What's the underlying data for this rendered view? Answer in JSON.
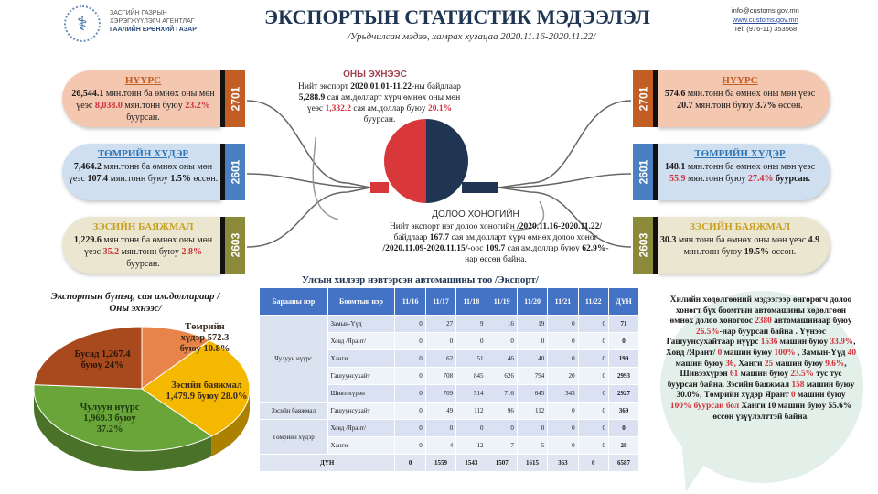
{
  "header": {
    "org_lines": [
      "ЗАСГИЙН ГАЗРЫН",
      "ХЭРЭГЖҮҮЛЭГЧ АГЕНТЛАГ",
      "ГААЛИЙН ЕРӨНХИЙ ГАЗАР"
    ],
    "title": "ЭКСПОРТЫН СТАТИСТИК МЭДЭЭЛЭЛ",
    "subtitle": "/Урьдчилсан мэдээ, хамрах хугацаа 2020.11.16-2020.11.22/",
    "email": "info@customs.gov.mn",
    "website": "www.customs.gov.mn",
    "tel": "Tel: (976-11) 353568"
  },
  "colors": {
    "coal": "#c25e24",
    "iron": "#4a7fc1",
    "copper": "#8a8a3a",
    "red": "#d0303a",
    "navy": "#1f3552"
  },
  "left_cards": [
    {
      "code": "2701",
      "title": "НҮҮРС",
      "segs": [
        {
          "t": "26,544.1",
          "c": "bold"
        },
        {
          "t": " мян.тонн ба өмнөх оны мөн үеэс "
        },
        {
          "t": "8,038.0",
          "c": "red"
        },
        {
          "t": " мян.тонн буюу "
        },
        {
          "t": "23.2%",
          "c": "red"
        },
        {
          "t": " буурсан."
        }
      ]
    },
    {
      "code": "2601",
      "title": "ТӨМРИЙН ХҮДЭР",
      "segs": [
        {
          "t": "7,464.2",
          "c": "bold"
        },
        {
          "t": "  мян.тонн ба өмнөх оны мөн үеэс "
        },
        {
          "t": "107.4",
          "c": "bold"
        },
        {
          "t": " мян.тонн буюу "
        },
        {
          "t": "1.5%",
          "c": "bold"
        },
        {
          "t": "  өссөн."
        }
      ]
    },
    {
      "code": "2603",
      "title": "ЗЭСИЙН БАЯЖМАЛ",
      "segs": [
        {
          "t": "1,229.6",
          "c": "bold"
        },
        {
          "t": "  мян.тонн ба өмнөх оны мөн үеэс "
        },
        {
          "t": "35.2",
          "c": "red"
        },
        {
          "t": " мян.тонн буюу "
        },
        {
          "t": "2.8%",
          "c": "red"
        },
        {
          "t": "  буурсан."
        }
      ]
    }
  ],
  "right_cards": [
    {
      "code": "2701",
      "title": "НҮҮРС",
      "segs": [
        {
          "t": "574.6",
          "c": "bold"
        },
        {
          "t": " мян.тонн ба өмнөх оны мөн үеэс "
        },
        {
          "t": "20.7",
          "c": "bold"
        },
        {
          "t": " мян.тонн буюу "
        },
        {
          "t": "3.7%",
          "c": "bold"
        },
        {
          "t": " өссөн."
        }
      ]
    },
    {
      "code": "2601",
      "title": "ТӨМРИЙН ХҮДЭР",
      "segs": [
        {
          "t": "148.1",
          "c": "bold"
        },
        {
          "t": "  мян.тонн ба өмнөх оны мөн үеэс "
        },
        {
          "t": "55.9",
          "c": "red"
        },
        {
          "t": " мян.тонн буюу "
        },
        {
          "t": "27.4%",
          "c": "red"
        },
        {
          "t": "  буурсан.",
          "c": "bold"
        }
      ]
    },
    {
      "code": "2603",
      "title": "ЗЭСИЙН БАЯЖМАЛ",
      "segs": [
        {
          "t": "30.3",
          "c": "bold"
        },
        {
          "t": "  мян.тонн ба өмнөх оны мөн үеэс "
        },
        {
          "t": "4.9",
          "c": "bold"
        },
        {
          "t": " мян.тонн буюу "
        },
        {
          "t": "19.5%",
          "c": "bold"
        },
        {
          "t": "  өссөн."
        }
      ]
    }
  ],
  "center": {
    "ytd_heading": "ОНЫ ЭХНЭЭС",
    "ytd_segs": [
      {
        "t": "Нийт экспорт "
      },
      {
        "t": "2020.01.01-11.22",
        "c": "bold"
      },
      {
        "t": "-ны байдлаар  "
      },
      {
        "t": "5,288.9",
        "c": "bold"
      },
      {
        "t": " сая ам.долларт хүрч өмнөх оны мөн үеэс "
      },
      {
        "t": "1,332.2",
        "c": "red"
      },
      {
        "t": " сая ам.доллар буюу "
      },
      {
        "t": "20.1%",
        "c": "red"
      },
      {
        "t": "  буурсан."
      }
    ],
    "week_heading": "ДОЛОО ХОНОГИЙН",
    "week_segs": [
      {
        "t": "Нийт экспорт нэг долоо хоногийн "
      },
      {
        "t": "/2020.11.16-2020.11.22/",
        "c": "bold"
      },
      {
        "t": " байдлаар "
      },
      {
        "t": "167.7",
        "c": "bold"
      },
      {
        "t": "  сая ам.долларт хүрч өмнөх долоо хоног "
      },
      {
        "t": "/2020.11.09-2020.11.15/",
        "c": "bold"
      },
      {
        "t": "-оос  "
      },
      {
        "t": "109.7",
        "c": "bold"
      },
      {
        "t": " сая ам.доллар буюу "
      },
      {
        "t": "62.9%",
        "c": "bold"
      },
      {
        "t": "-нар өссөн байна."
      }
    ]
  },
  "table": {
    "title": "Улсын хилээр нэвтэрсэн автомашины тоо /Экспорт/",
    "headers": [
      "Барааны нэр",
      "Боомтын нэр",
      "11/16",
      "11/17",
      "11/18",
      "11/19",
      "11/20",
      "11/21",
      "11/22",
      "ДҮН"
    ],
    "groups": [
      {
        "name": "Чулуун нүүрс",
        "rows": [
          {
            "port": "Замын-Үүд",
            "values": [
              0,
              27,
              9,
              16,
              19,
              0,
              0
            ],
            "total": 71
          },
          {
            "port": "Ховд /Ярант/",
            "values": [
              0,
              0,
              0,
              0,
              0,
              0,
              0
            ],
            "total": 0
          },
          {
            "port": "Ханги",
            "values": [
              0,
              62,
              51,
              46,
              40,
              0,
              0
            ],
            "total": 199
          },
          {
            "port": "Гашуунсухайт",
            "values": [
              0,
              708,
              845,
              626,
              794,
              20,
              0
            ],
            "total": 2993
          },
          {
            "port": "Шивээхүрэн",
            "values": [
              0,
              709,
              514,
              716,
              645,
              343,
              0
            ],
            "total": 2927
          }
        ]
      },
      {
        "name": "Зэсийн баяжмал",
        "rows": [
          {
            "port": "Гашуунсухайт",
            "values": [
              0,
              49,
              112,
              96,
              112,
              0,
              0
            ],
            "total": 369
          }
        ]
      },
      {
        "name": "Төмрийн хүдэр",
        "rows": [
          {
            "port": "Ховд /Ярант/",
            "values": [
              0,
              0,
              0,
              0,
              0,
              0,
              0
            ],
            "total": 0
          },
          {
            "port": "Ханги",
            "values": [
              0,
              4,
              12,
              7,
              5,
              0,
              0
            ],
            "total": 28
          }
        ]
      }
    ],
    "total_row": {
      "label": "ДҮН",
      "values": [
        0,
        1559,
        1543,
        1507,
        1615,
        363,
        0
      ],
      "total": 6587
    }
  },
  "summary_segs": [
    {
      "t": "Хилийн хөдөлгөөний мэдээгээр өнгөрөгч долоо хоногт бүх боомтын автомашины хөдөлгөөн өмнөх долоо хоногоос "
    },
    {
      "t": "2380",
      "c": "red"
    },
    {
      "t": " автомашинаар буюу "
    },
    {
      "t": "26.5%",
      "c": "red"
    },
    {
      "t": "-нар буурсан байна . Үүнээс Гашуунсухайтаар нүүрс "
    },
    {
      "t": "1536",
      "c": "red"
    },
    {
      "t": " машин буюу "
    },
    {
      "t": "33.9%",
      "c": "red"
    },
    {
      "t": ", Ховд /Ярант/ "
    },
    {
      "t": "0",
      "c": "red"
    },
    {
      "t": " машин буюу "
    },
    {
      "t": "100%",
      "c": "red"
    },
    {
      "t": " , Замын-Үүд "
    },
    {
      "t": "40",
      "c": "red"
    },
    {
      "t": " машин буюу "
    },
    {
      "t": "36,",
      "c": "red"
    },
    {
      "t": " Ханги "
    },
    {
      "t": "25",
      "c": "red"
    },
    {
      "t": " машин буюу "
    },
    {
      "t": "9.6%",
      "c": "red"
    },
    {
      "t": ", Шивээхүрэн "
    },
    {
      "t": "61",
      "c": "red"
    },
    {
      "t": " машин буюу "
    },
    {
      "t": "23.5%",
      "c": "red"
    },
    {
      "t": "  тус тус буурсан байна. Зэсийн баяжмал "
    },
    {
      "t": "158",
      "c": "red"
    },
    {
      "t": " машин буюу 30.0%, Төмрийн хүдэр Ярант "
    },
    {
      "t": "0",
      "c": "red"
    },
    {
      "t": " машин буюу "
    },
    {
      "t": "100% буурсан бол",
      "c": "red"
    },
    {
      "t": " Ханги 10  машин буюу 55.6% өссөн үзүүлэлттэй байна."
    }
  ],
  "chart_data": {
    "type": "pie",
    "title": "Экспортын бүтэц, сая ам.доллараар /Оны эхнээс/",
    "slices": [
      {
        "name": "Төмрийн хүдэр",
        "value": 572.3,
        "percent": "10.8%",
        "label": "Төмрийн хүдэр 572.3 буюу 10.8%",
        "color": "#e8834a"
      },
      {
        "name": "Зэсийн баяжмал",
        "value": 1479.9,
        "percent": "28.0%",
        "label": "Зэсийн баяжмал 1,479.9 буюу 28.0%",
        "color": "#f5b800"
      },
      {
        "name": "Чулуун нүүрс",
        "value": 1969.3,
        "percent": "37.2%",
        "label": "Чулуун нүүрс 1,969.3 буюу 37.2%",
        "color": "#6aa53a"
      },
      {
        "name": "Бусад",
        "value": 1267.4,
        "percent": "24%",
        "label": "Бусад 1,267.4 буюу 24%",
        "color": "#a84a1e"
      }
    ]
  }
}
